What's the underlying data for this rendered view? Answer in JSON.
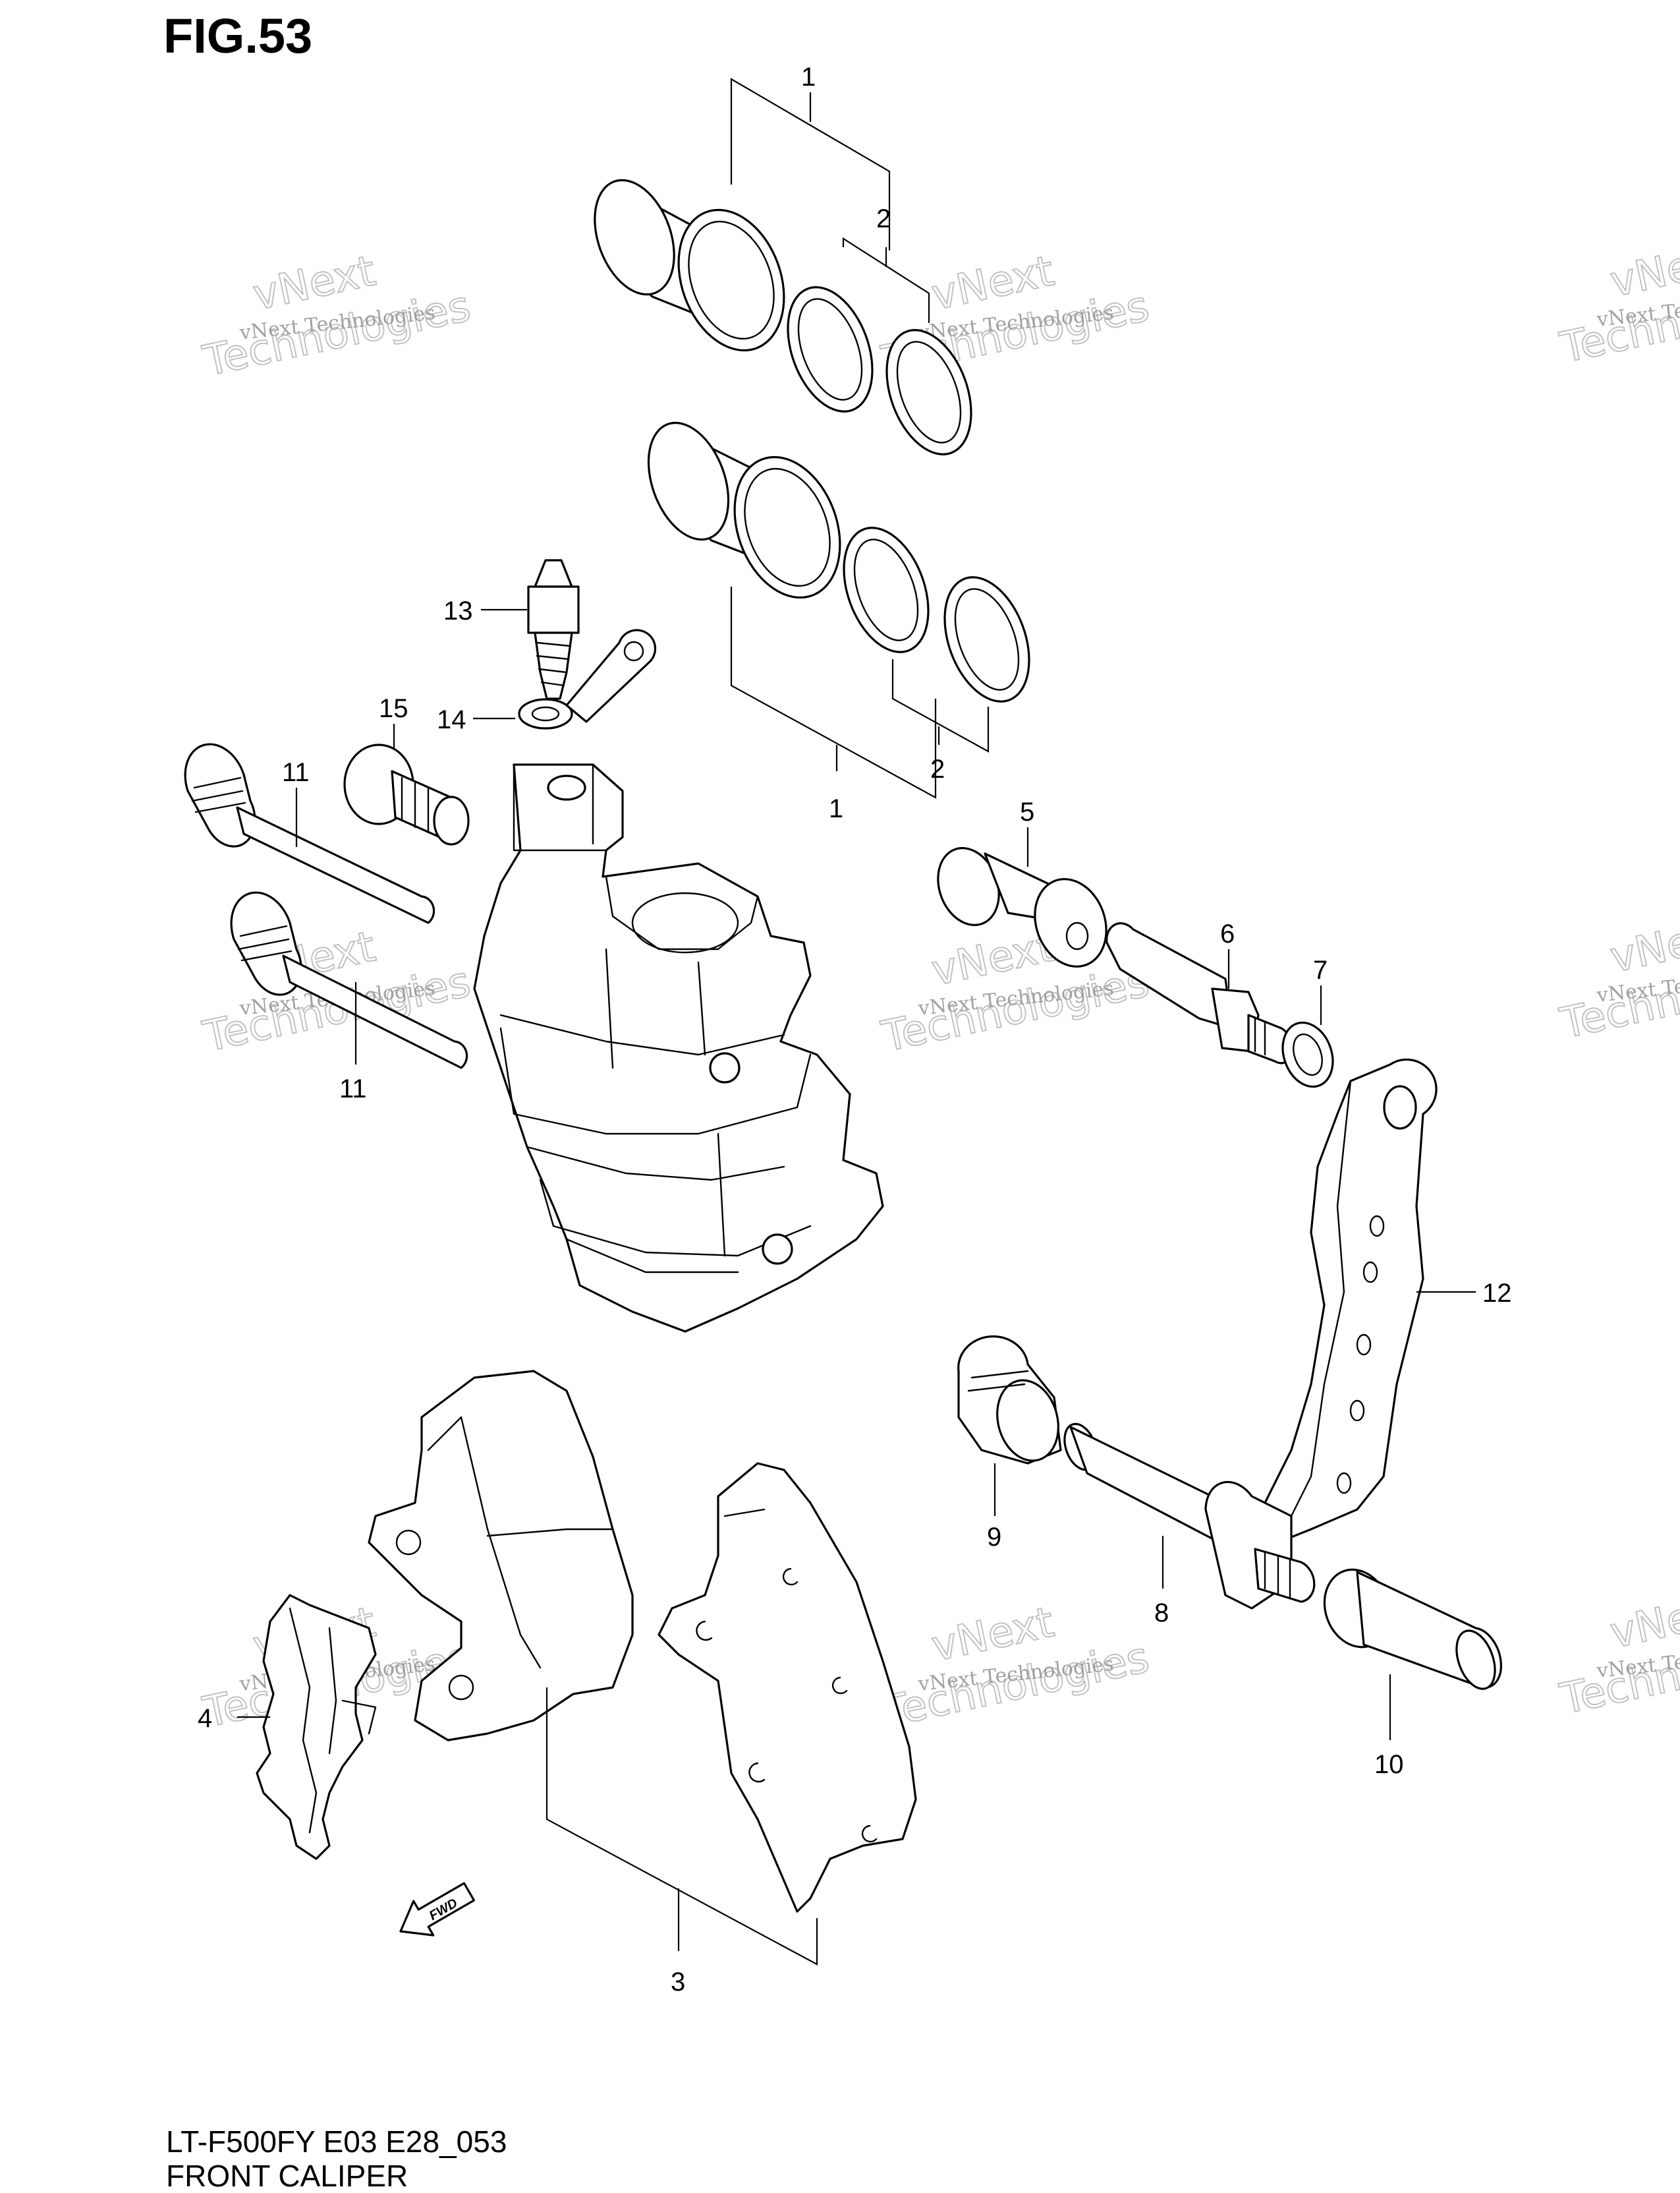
{
  "figure": {
    "title": "FIG.53",
    "model_code": "LT-F500FY E03 E28_053",
    "caption": "FRONT CALIPER"
  },
  "callouts": [
    {
      "id": "c1a",
      "label": "1"
    },
    {
      "id": "c2a",
      "label": "2"
    },
    {
      "id": "c1b",
      "label": "1"
    },
    {
      "id": "c2b",
      "label": "2"
    },
    {
      "id": "c3",
      "label": "3"
    },
    {
      "id": "c4",
      "label": "4"
    },
    {
      "id": "c5",
      "label": "5"
    },
    {
      "id": "c6",
      "label": "6"
    },
    {
      "id": "c7",
      "label": "7"
    },
    {
      "id": "c8",
      "label": "8"
    },
    {
      "id": "c9",
      "label": "9"
    },
    {
      "id": "c10",
      "label": "10"
    },
    {
      "id": "c11a",
      "label": "11"
    },
    {
      "id": "c11b",
      "label": "11"
    },
    {
      "id": "c12",
      "label": "12"
    },
    {
      "id": "c13",
      "label": "13"
    },
    {
      "id": "c14",
      "label": "14"
    },
    {
      "id": "c15",
      "label": "15"
    }
  ],
  "watermark": {
    "line1": "vNext Technologies",
    "line2a": "vNext",
    "line2b": "Technologies"
  },
  "fwd_arrow": {
    "label": "FWD"
  }
}
